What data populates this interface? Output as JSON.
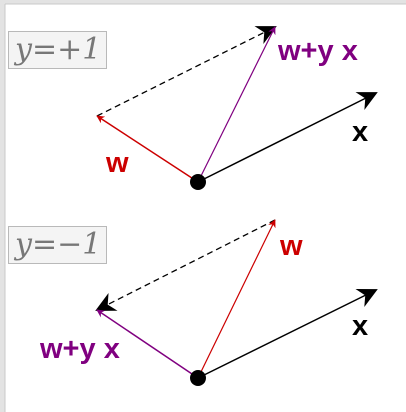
{
  "panels": [
    {
      "label": "y=+1",
      "vectors": {
        "w": {
          "text": "w",
          "color": "#cc0000"
        },
        "x": {
          "text": "x",
          "color": "#000000"
        },
        "sum": {
          "prefix": "w+",
          "italic": "y",
          "suffix": " x",
          "color": "#800080"
        }
      }
    },
    {
      "label": "y=−1",
      "vectors": {
        "w": {
          "text": "w",
          "color": "#cc0000"
        },
        "x": {
          "text": "x",
          "color": "#000000"
        },
        "sum": {
          "prefix": "w+",
          "italic": "y",
          "suffix": " x",
          "color": "#800080"
        }
      }
    }
  ],
  "colors": {
    "frame": "#d7d7d7",
    "dashed": "#000000"
  }
}
